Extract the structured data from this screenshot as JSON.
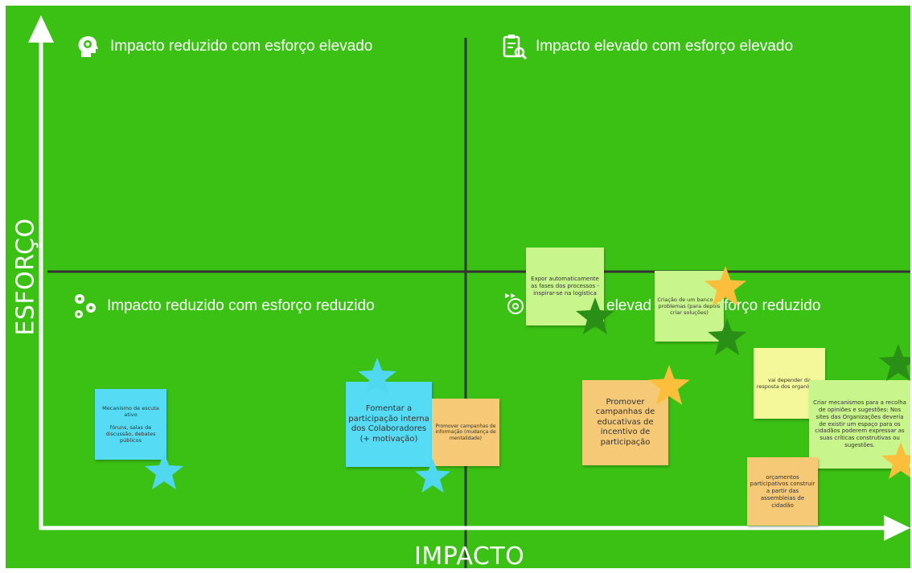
{
  "axes": {
    "y_label": "ESFORÇO",
    "x_label": "IMPACTO"
  },
  "quadrants": {
    "top_left": {
      "title": "Impacto reduzido com esforço elevado",
      "icon": "head-gear-icon"
    },
    "top_right": {
      "title": "Impacto elevado com esforço elevado",
      "icon": "clipboard-search-icon"
    },
    "bottom_left": {
      "title": "Impacto reduzido com esforço reduzido",
      "icon": "gears-icon"
    },
    "bottom_right": {
      "title_visible_1": "elevad",
      "title_visible_2": "forço reduzido",
      "icon": "gear-speed-icon"
    }
  },
  "notes": {
    "escuta": {
      "line1": "Mecanismo de escuta ativo",
      "line2": "fóruns, salas de discussão, debates públicos",
      "color": "#55dcf4"
    },
    "fomentar": {
      "text": "Fomentar a participação interna dos Colaboradores (+ motivação)",
      "color": "#55dcf4"
    },
    "campanhas_info": {
      "text": "Promover campanhas de informação (mudança de mentalidade)",
      "color": "#f6c976"
    },
    "expor": {
      "text": "Expor automaticamente as fases dos processos - inspirar-se na logística",
      "color": "#c9f58d"
    },
    "banco": {
      "text": "Criação de um banco de problemas (para depois criar soluções)",
      "color": "#c9f58d"
    },
    "campanhas_educ": {
      "text": "Promover campanhas de educativas de incentivo de participação",
      "color": "#f6c976"
    },
    "depender": {
      "text": "vai depender da resposta dos organismos",
      "color": "#f5f79b"
    },
    "mecanismos": {
      "text": "Criar mecanismos para a recolha de opiniões e sugestões: Nos sites das Organizações deveria de existir um espaço para os cidadãos poderem expressar as suas críticas construtivas ou sugestões.",
      "color": "#c9f58d"
    },
    "orcamentos": {
      "text": "orçamentos participativos construir a partir das assembleias de cidadão",
      "color": "#f6c976"
    }
  },
  "colors": {
    "background": "#3ac114",
    "star_cyan": "#4fd8f0",
    "star_orange": "#fbbf3c",
    "star_darkgreen": "#2a8f16",
    "axis": "#ffffff",
    "divider": "#333333"
  }
}
